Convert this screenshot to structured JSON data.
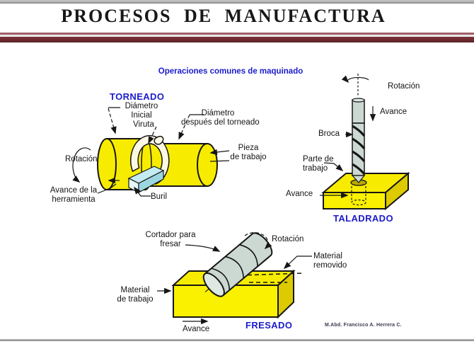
{
  "slide": {
    "title": "PROCESOS DE MANUFACTURA",
    "subtitle": "Operaciones comunes de maquinado",
    "credit": "M.Abd. Francisco A. Herrera C."
  },
  "colors": {
    "heading_blue": "#1b1bcc",
    "divider_maroon": "#6b2b30",
    "workpiece_yellow": "#f7ec00",
    "workpiece_yellow_dark": "#ddca00",
    "workpiece_yellow_front": "#faf100",
    "tool_steel": "#ccd9d3",
    "tool_steel_light": "#dde8e2",
    "buril_cyan": "#c4ebf1",
    "chip_cream": "#fcf8e4"
  },
  "sections": {
    "torneado": {
      "heading": "TORNEADO",
      "labels": {
        "diametro_inicial": [
          "Diámetro",
          "Inicial"
        ],
        "viruta": "Viruta",
        "diametro_despues": [
          "Diámetro",
          "después del torneado"
        ],
        "pieza_de_trabajo": [
          "Pieza",
          "de trabajo"
        ],
        "rotacion": "Rotación",
        "avance_herramienta": [
          "Avance de la",
          "herramienta"
        ],
        "buril": "Buril"
      }
    },
    "taladrado": {
      "heading": "TALADRADO",
      "labels": {
        "rotacion": "Rotación",
        "avance_superior": "Avance",
        "broca": "Broca",
        "parte_de_trabajo": [
          "Parte de",
          "trabajo"
        ],
        "avance_inferior": "Avance"
      }
    },
    "fresado": {
      "heading": "FRESADO",
      "labels": {
        "cortador_para_fresar": [
          "Cortador para",
          "fresar"
        ],
        "rotacion": "Rotación",
        "material_removido": [
          "Material",
          "removido"
        ],
        "material_de_trabajo": [
          "Material",
          "de trabajo"
        ],
        "avance": "Avance"
      }
    }
  }
}
